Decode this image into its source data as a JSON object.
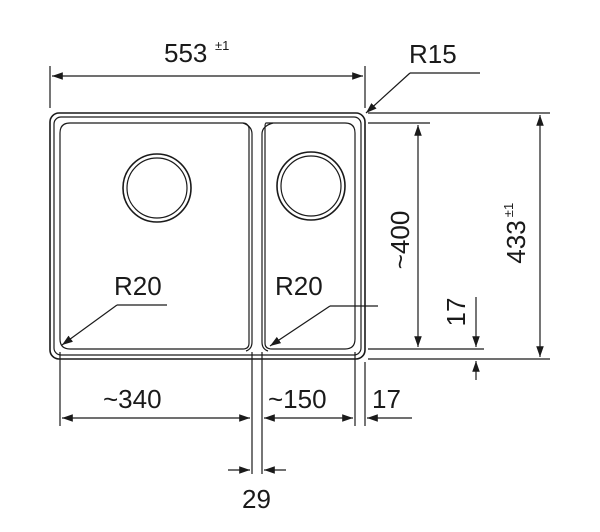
{
  "drawing": {
    "top_width": {
      "value": "553",
      "tolerance": "±1"
    },
    "corner_radius_outer": "R15",
    "corner_radius_left_bowl": "R20",
    "corner_radius_right_bowl": "R20",
    "left_bowl_width": "~340",
    "right_bowl_width": "~150",
    "right_margin": "17",
    "divider_width": "29",
    "bowl_depth": "~400",
    "bottom_margin": "17",
    "overall_height": {
      "value": "433",
      "tolerance": "±1"
    }
  }
}
